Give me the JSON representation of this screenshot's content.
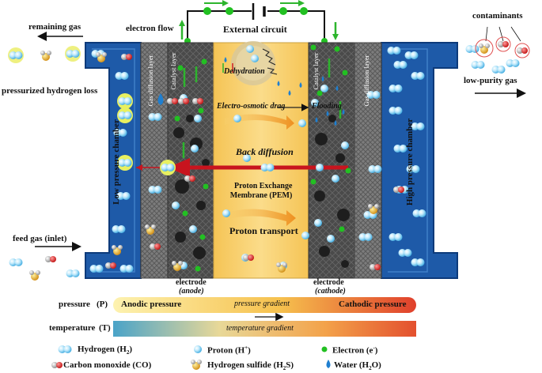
{
  "labels": {
    "electron_flow": "electron flow",
    "external_circuit": "External circuit",
    "remaining_gas": "remaining gas",
    "contaminants": "contaminants",
    "low_purity_gas": "low-purity gas",
    "pressurized_hydrogen_loss": "pressurized hydrogen loss",
    "feed_gas": "feed gas (inlet)",
    "low_pressure_chamber": "Low pressure chamber",
    "high_pressure_chamber": "High pressure chamber",
    "gas_diffusion_layer_left": "Gas diffusion layer",
    "gas_diffusion_layer_right": "Gas diffusion layer",
    "catalyst_layer_left": "Catalyst layer",
    "catalyst_layer_right": "Catalyst layer",
    "dehydration": "Dehydration",
    "electro_osmotic_drag": "Electro-osmotic drag",
    "flooding": "Flooding",
    "back_diffusion": "Back diffusion",
    "pem_line1": "Proton Exchange",
    "pem_line2": "Membrane (PEM)",
    "proton_transport": "Proton transport",
    "electrode_left": "electrode",
    "anode": "(anode)",
    "electrode_right": "electrode",
    "cathode": "(cathode)"
  },
  "gradients": {
    "pressure_label": "pressure",
    "pressure_symbol": "(P)",
    "anodic_pressure": "Anodic pressure",
    "pressure_gradient": "pressure gradient",
    "cathodic_pressure": "Cathodic pressure",
    "temperature_label": "temperature",
    "temperature_symbol": "(T)",
    "temperature_gradient": "temperature gradient"
  },
  "legend": {
    "hydrogen": "Hydrogen",
    "hydrogen_formula": "H",
    "hydrogen_sub": "2",
    "proton": "Proton",
    "proton_formula": "H",
    "proton_sup": "+",
    "electron": "Electron",
    "electron_formula": "e",
    "electron_sup": "-",
    "co": "Carbon monoxide",
    "co_formula": "CO",
    "h2s": "Hydrogen sulfide",
    "h2s_formula_a": "H",
    "h2s_sub": "2",
    "h2s_formula_b": "S",
    "water": "Water",
    "water_formula_a": "H",
    "water_sub": "2",
    "water_formula_b": "O"
  },
  "colors": {
    "chamber_blue": "#1e5aa8",
    "pem_yellow": "#f7cf6a",
    "arrow_green": "#2db52d",
    "back_diffusion_red": "#c8141e",
    "proton_orange": "#f0a030",
    "electron_green": "#22c022",
    "co_red": "#d01a1a"
  }
}
